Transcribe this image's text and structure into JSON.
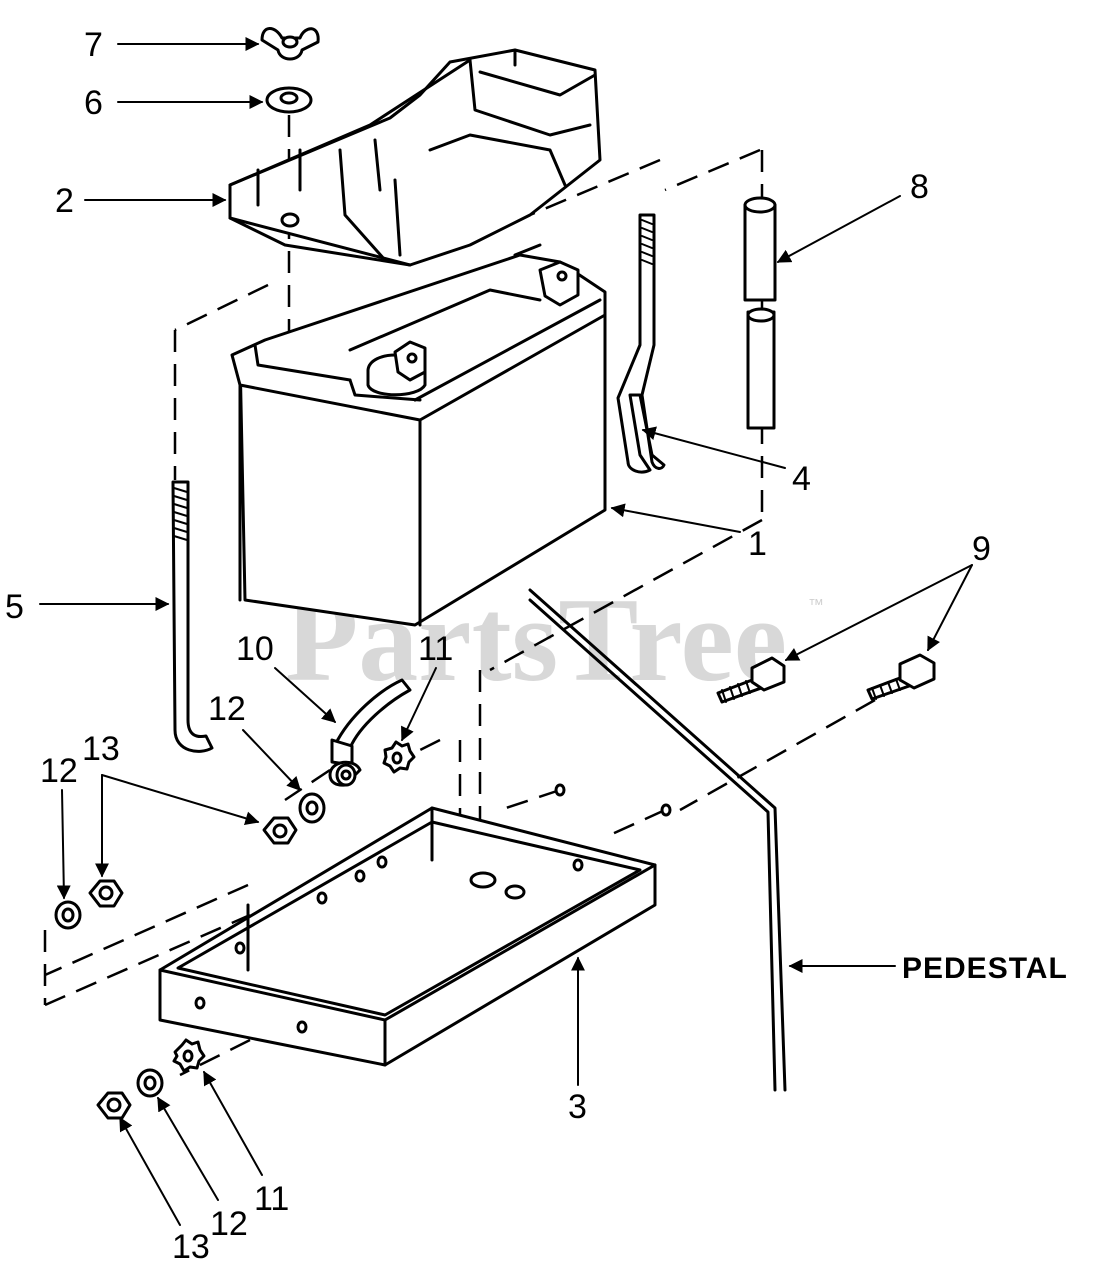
{
  "diagram": {
    "watermark": "PartsTree",
    "watermark_tm": "™",
    "callouts": {
      "c1": "1",
      "c2": "2",
      "c3": "3",
      "c4": "4",
      "c5": "5",
      "c6": "6",
      "c7": "7",
      "c8": "8",
      "c9": "9",
      "c10": "10",
      "c11_top": "11",
      "c11_bottom": "11",
      "c12_top": "12",
      "c12_left": "12",
      "c12_bottom": "12",
      "c13_top": "13",
      "c13_bottom": "13",
      "pedestal": "PEDESTAL"
    }
  }
}
